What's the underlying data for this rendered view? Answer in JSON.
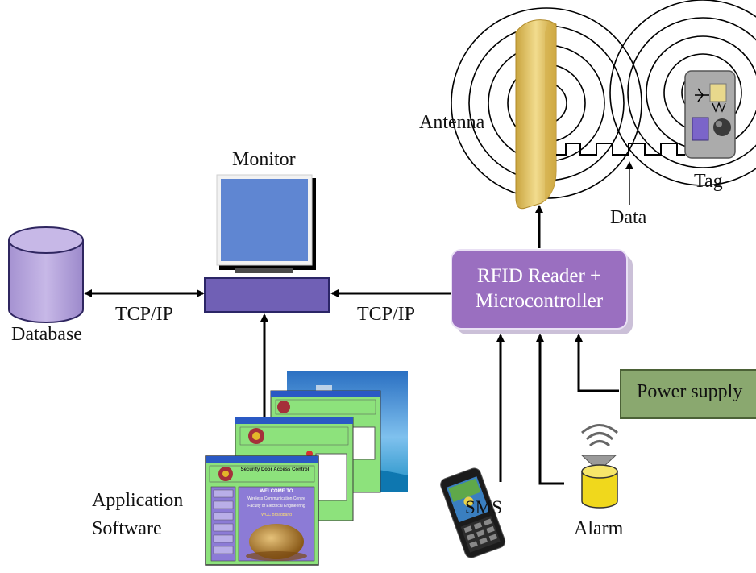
{
  "labels": {
    "antenna": "Antenna",
    "monitor": "Monitor",
    "tag": "Tag",
    "data": "Data",
    "database": "Database",
    "tcpip_left": "TCP/IP",
    "tcpip_right": "TCP/IP",
    "reader_line1": "RFID Reader +",
    "reader_line2": "Microcontroller",
    "power_supply": "Power supply",
    "application_line1": "Application",
    "application_line2": "Software",
    "sms": "SMS",
    "alarm": "Alarm"
  },
  "app_window": {
    "title": "Security Door Access Control",
    "welcome": "WELCOME TO",
    "centre": "Wireless Communication Centre",
    "faculty": "Faculty of Electrical Engineering",
    "band": "WCC Broadband"
  },
  "colors": {
    "reader_box": "#9a6fc0",
    "power_box": "#8aa86f",
    "database": "#b9a6dd",
    "cpu_box": "#7060b5",
    "screen": "#5f86d2",
    "antenna": "#e3c46a",
    "app_window_bg": "#8de27c"
  }
}
